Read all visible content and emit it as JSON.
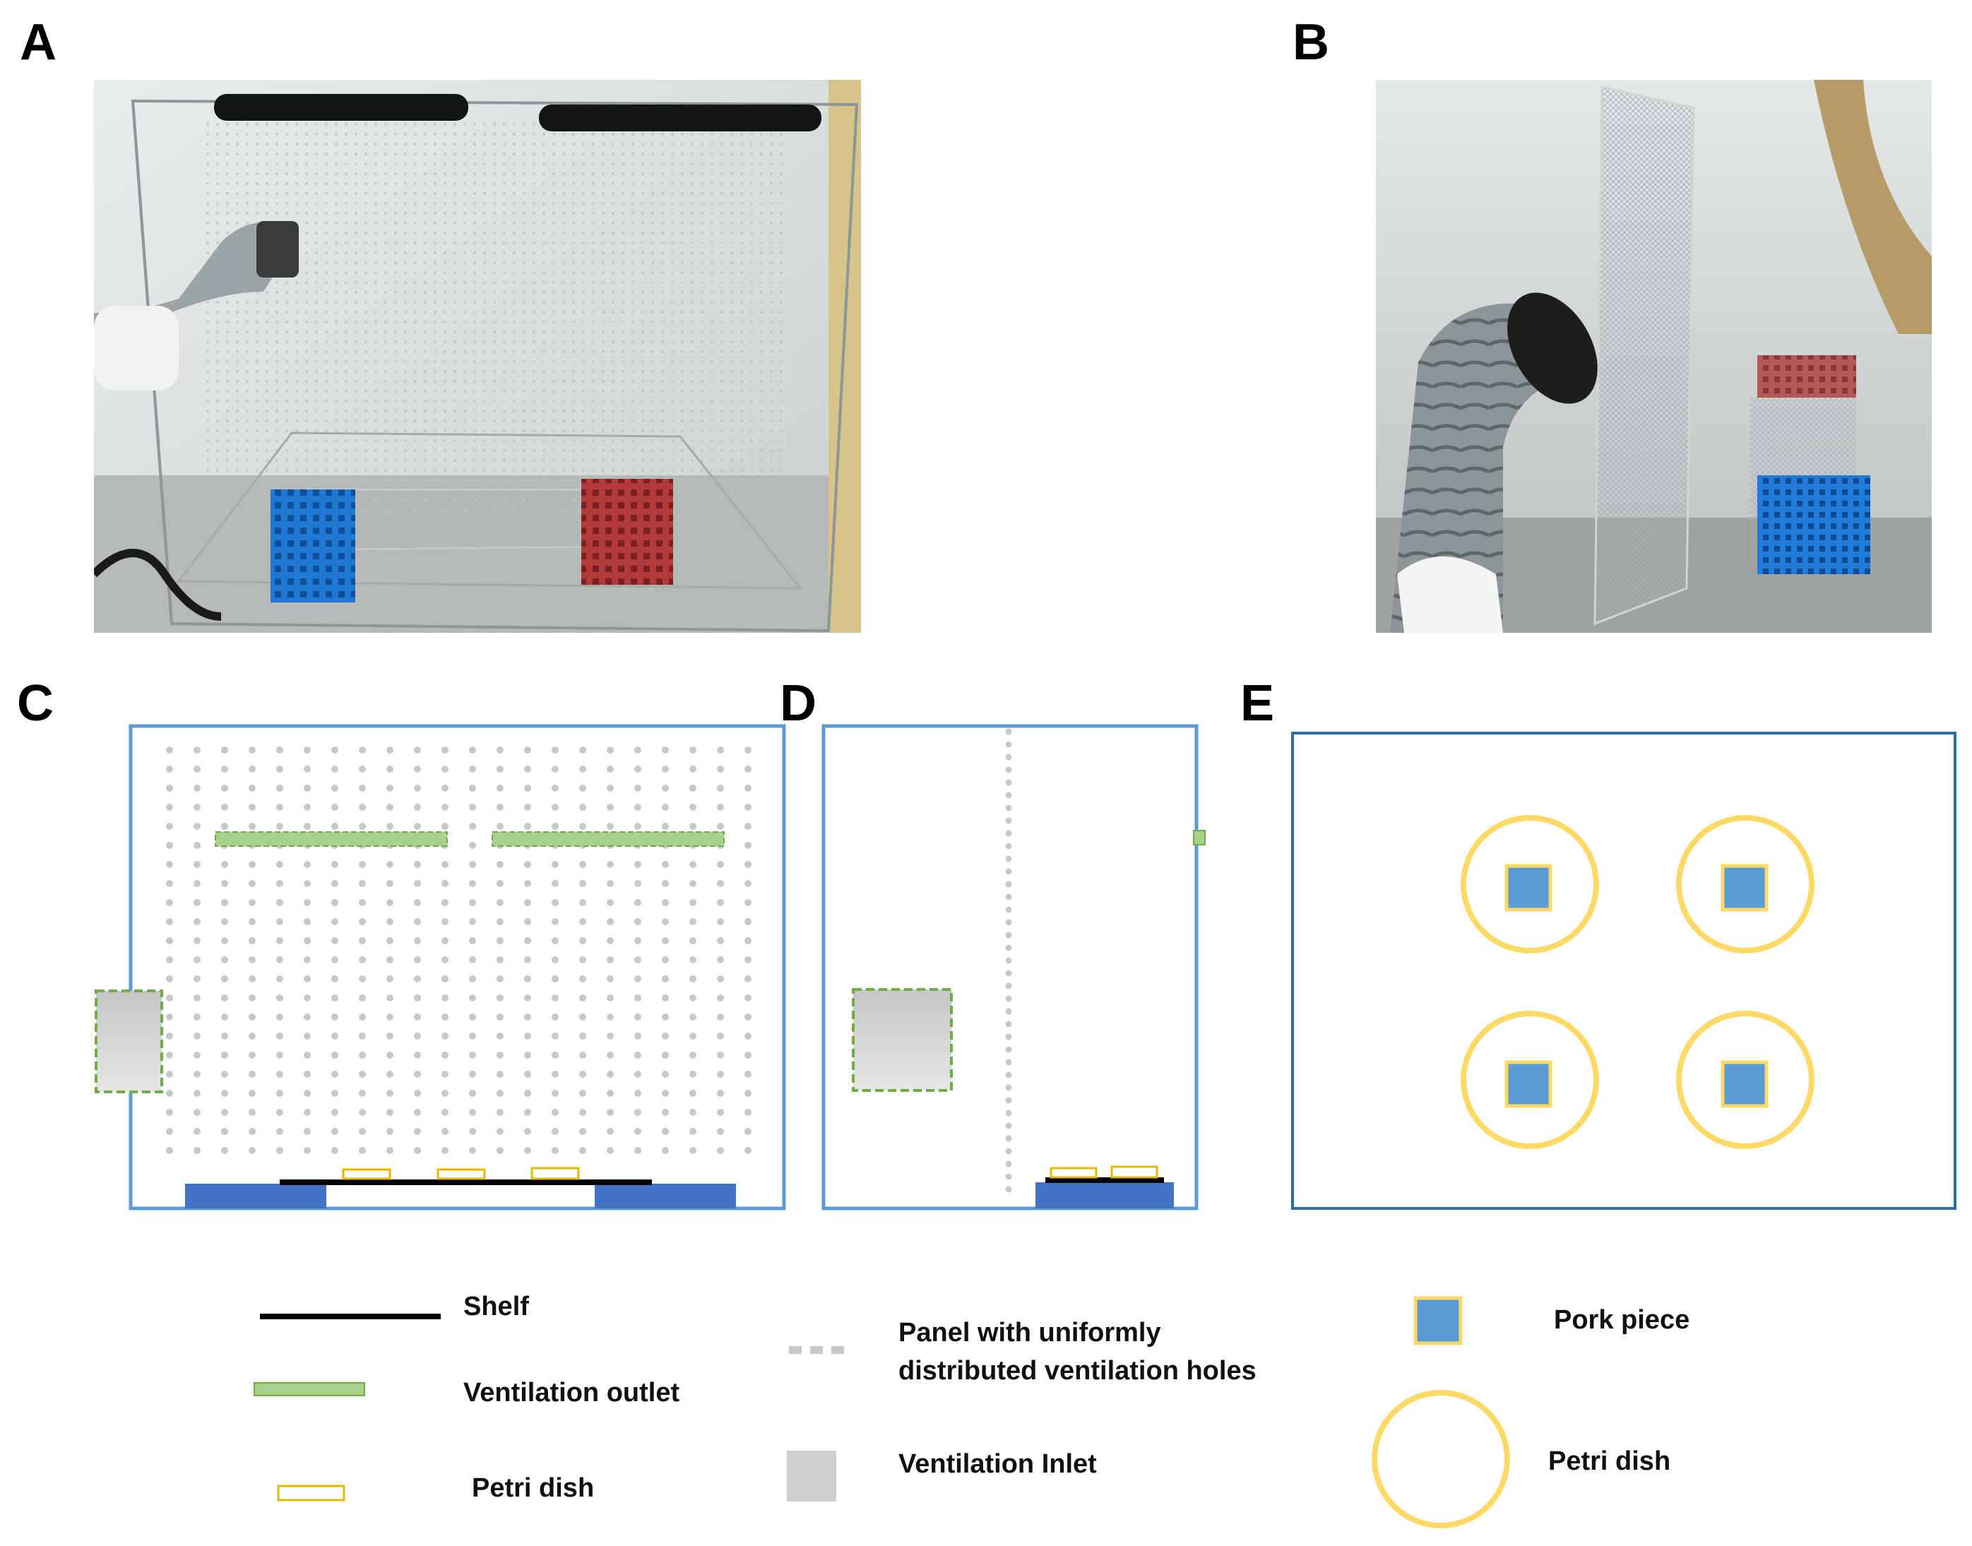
{
  "panels": {
    "a": {
      "label": "A"
    },
    "b": {
      "label": "B"
    },
    "c": {
      "label": "C"
    },
    "d": {
      "label": "D"
    },
    "e": {
      "label": "E"
    }
  },
  "legend": {
    "shelf": "Shelf",
    "ventilation_outlet": "Ventilation outlet",
    "petri_dish_rect": "Petri dish",
    "panel_holes_line1": "Panel with uniformly",
    "panel_holes_line2": "distributed ventilation holes",
    "ventilation_inlet": "Ventilation Inlet",
    "pork_piece": "Pork piece",
    "petri_dish_circle": "Petri dish"
  },
  "colors": {
    "outline_blue": "#5b9bd5",
    "outline_dark_blue": "#2e6ea6",
    "rack_blue": "#4472c4",
    "outlet_green": "#a9d18e",
    "outlet_green_border": "#70ad47",
    "inlet_gray": "#cfcfcf",
    "dish_yellow": "#ffd966",
    "dish_yellow_dark": "#e6b800",
    "pork_blue": "#5b9bd5",
    "hole_gray": "#c8c8c8",
    "shelf_black": "#000000"
  }
}
